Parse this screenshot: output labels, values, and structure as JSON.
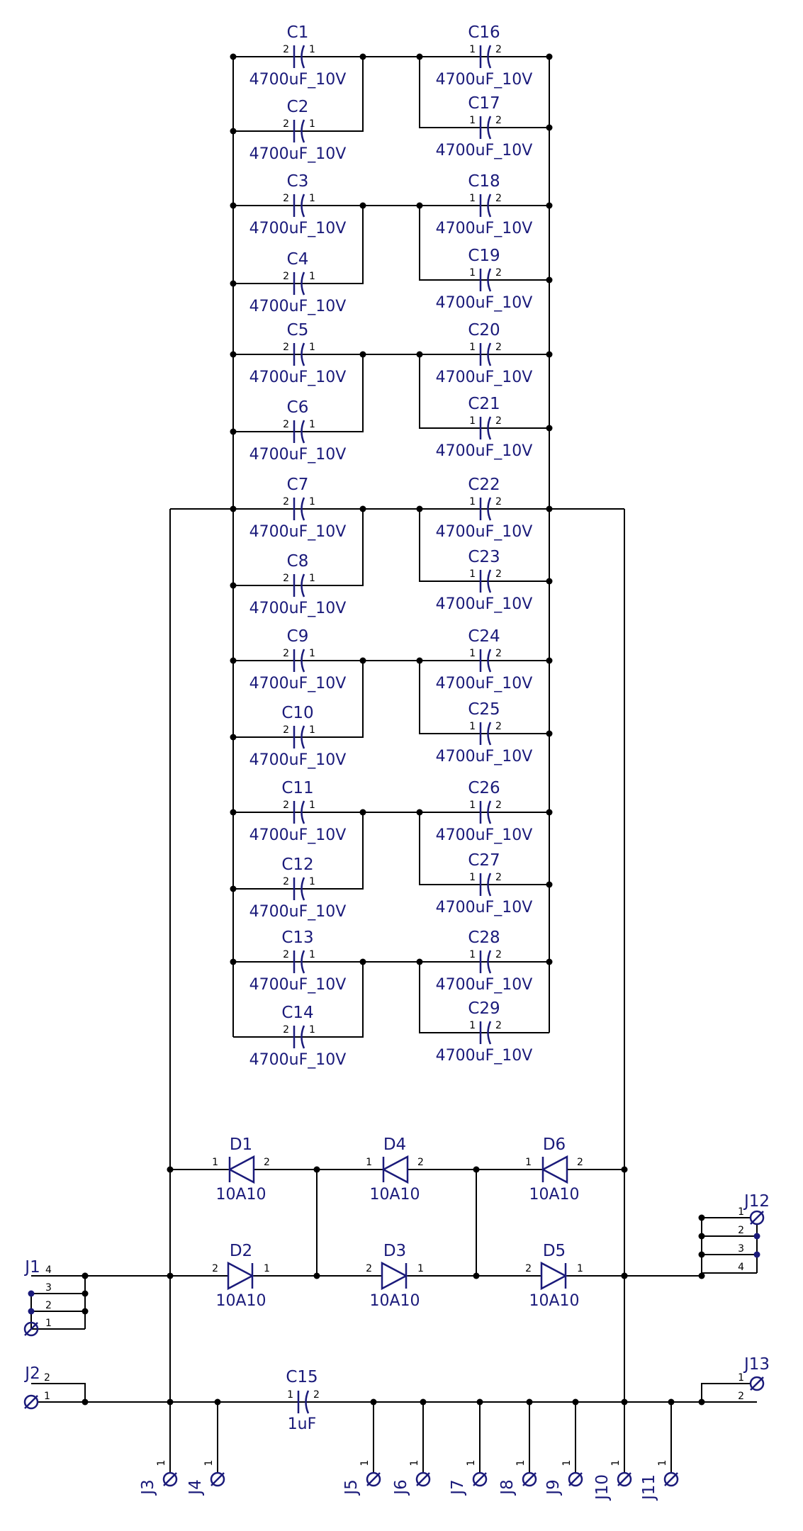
{
  "caps_left": [
    {
      "ref": "C1",
      "value": "4700uF_10V"
    },
    {
      "ref": "C2",
      "value": "4700uF_10V"
    },
    {
      "ref": "C3",
      "value": "4700uF_10V"
    },
    {
      "ref": "C4",
      "value": "4700uF_10V"
    },
    {
      "ref": "C5",
      "value": "4700uF_10V"
    },
    {
      "ref": "C6",
      "value": "4700uF_10V"
    },
    {
      "ref": "C7",
      "value": "4700uF_10V"
    },
    {
      "ref": "C8",
      "value": "4700uF_10V"
    },
    {
      "ref": "C9",
      "value": "4700uF_10V"
    },
    {
      "ref": "C10",
      "value": "4700uF_10V"
    },
    {
      "ref": "C11",
      "value": "4700uF_10V"
    },
    {
      "ref": "C12",
      "value": "4700uF_10V"
    },
    {
      "ref": "C13",
      "value": "4700uF_10V"
    },
    {
      "ref": "C14",
      "value": "4700uF_10V"
    }
  ],
  "caps_right": [
    {
      "ref": "C16",
      "value": "4700uF_10V"
    },
    {
      "ref": "C17",
      "value": "4700uF_10V"
    },
    {
      "ref": "C18",
      "value": "4700uF_10V"
    },
    {
      "ref": "C19",
      "value": "4700uF_10V"
    },
    {
      "ref": "C20",
      "value": "4700uF_10V"
    },
    {
      "ref": "C21",
      "value": "4700uF_10V"
    },
    {
      "ref": "C22",
      "value": "4700uF_10V"
    },
    {
      "ref": "C23",
      "value": "4700uF_10V"
    },
    {
      "ref": "C24",
      "value": "4700uF_10V"
    },
    {
      "ref": "C25",
      "value": "4700uF_10V"
    },
    {
      "ref": "C26",
      "value": "4700uF_10V"
    },
    {
      "ref": "C27",
      "value": "4700uF_10V"
    },
    {
      "ref": "C28",
      "value": "4700uF_10V"
    },
    {
      "ref": "C29",
      "value": "4700uF_10V"
    }
  ],
  "diodes_top": [
    {
      "ref": "D1",
      "value": "10A10"
    },
    {
      "ref": "D4",
      "value": "10A10"
    },
    {
      "ref": "D6",
      "value": "10A10"
    }
  ],
  "diodes_bottom": [
    {
      "ref": "D2",
      "value": "10A10"
    },
    {
      "ref": "D3",
      "value": "10A10"
    },
    {
      "ref": "D5",
      "value": "10A10"
    }
  ],
  "c15": {
    "ref": "C15",
    "value": "1uF"
  },
  "connectors": {
    "j1": "J1",
    "j2": "J2",
    "j12": "J12",
    "j13": "J13"
  },
  "bottom_jacks": [
    "J3",
    "J4",
    "J5",
    "J6",
    "J7",
    "J8",
    "J9",
    "J10",
    "J11"
  ],
  "pins": {
    "one": "1",
    "two": "2",
    "three": "3",
    "four": "4"
  }
}
